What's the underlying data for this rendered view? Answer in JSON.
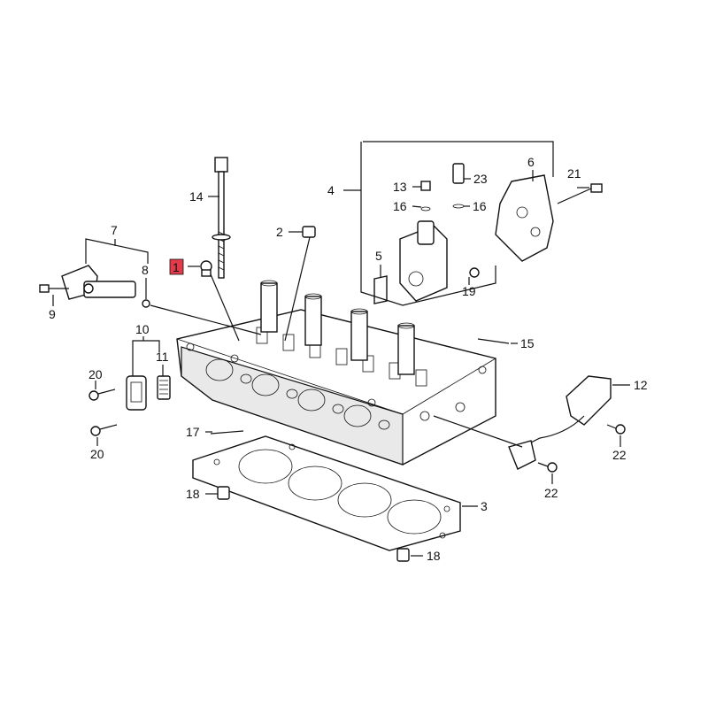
{
  "diagram": {
    "labels": {
      "p1": "1",
      "p2": "2",
      "p3": "3",
      "p4": "4",
      "p5": "5",
      "p6": "6",
      "p7": "7",
      "p8": "8",
      "p9": "9",
      "p10": "10",
      "p11": "11",
      "p12": "12",
      "p13": "13",
      "p14": "14",
      "p15": "15",
      "p16a": "16",
      "p16b": "16",
      "p17": "17",
      "p18a": "18",
      "p18b": "18",
      "p19": "19",
      "p20a": "20",
      "p20b": "20",
      "p21": "21",
      "p22a": "22",
      "p22b": "22",
      "p23": "23"
    },
    "highlight_color": "#e23b4a"
  }
}
